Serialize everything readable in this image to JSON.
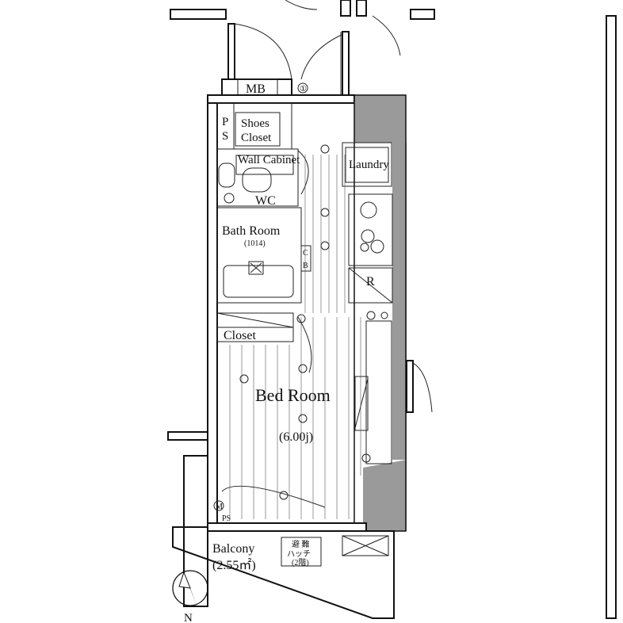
{
  "rooms": {
    "mb": "MB",
    "ps_top": [
      "P",
      "S"
    ],
    "shoes_closet": [
      "Shoes",
      "Closet"
    ],
    "wall_cabinet": "Wall Cabinet",
    "wc": "WC",
    "laundry": "Laundry",
    "bath_room": "Bath Room",
    "bath_size": "(1014)",
    "cb": [
      "C",
      "B"
    ],
    "r": "R",
    "closet": "Closet",
    "bed_room": "Bed Room",
    "bed_size": "(6.00j)",
    "balcony": "Balcony",
    "balcony_size": "(2.55㎡)",
    "hatch": [
      "避 難",
      "ハッチ",
      "(2階)"
    ],
    "ps_bottom": "PS",
    "m_mark": "M",
    "door_mark": "①"
  },
  "compass": {
    "north_label": "N"
  }
}
